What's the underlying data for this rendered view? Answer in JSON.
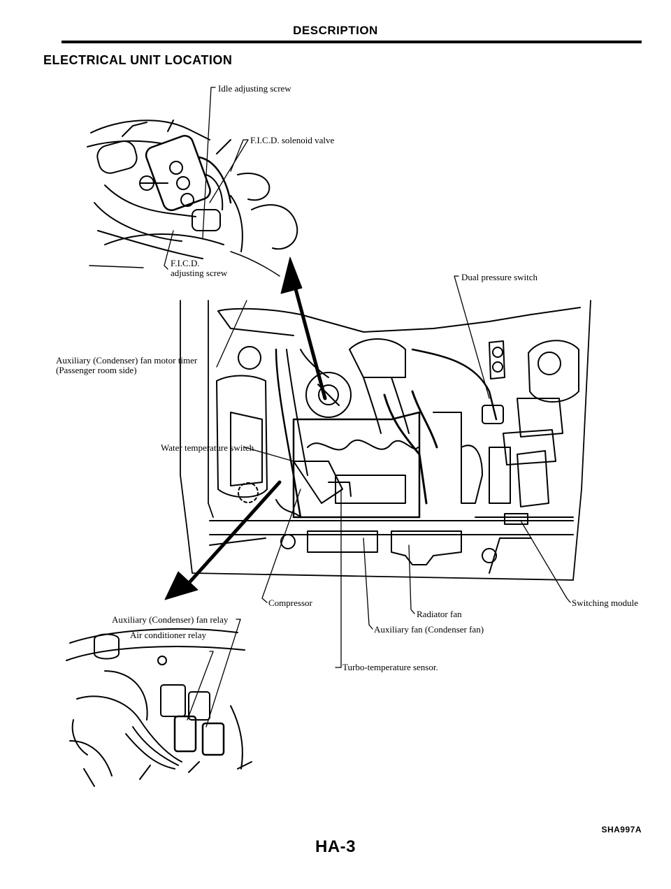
{
  "header": {
    "section_title": "DESCRIPTION",
    "page_heading": "ELECTRICAL UNIT LOCATION"
  },
  "labels": {
    "idle_adjusting_screw": "Idle adjusting screw",
    "ficd_solenoid_valve": "F.I.C.D. solenoid valve",
    "ficd_adjusting_screw_line1": "F.I.C.D.",
    "ficd_adjusting_screw_line2": "adjusting screw",
    "dual_pressure_switch": "Dual pressure switch",
    "aux_fan_motor_timer_line1": "Auxiliary (Condenser) fan motor timer",
    "aux_fan_motor_timer_line2": "(Passenger room side)",
    "water_temperature_switch": "Water temperature switch",
    "compressor": "Compressor",
    "switching_module": "Switching module",
    "radiator_fan": "Radiator fan",
    "auxiliary_fan": "Auxiliary fan (Condenser fan)",
    "turbo_temperature_sensor": "Turbo-temperature sensor.",
    "aux_fan_relay": "Auxiliary (Condenser) fan relay",
    "ac_relay": "Air conditioner relay"
  },
  "footer": {
    "figure_code": "SHA997A",
    "page_number": "HA-3"
  }
}
